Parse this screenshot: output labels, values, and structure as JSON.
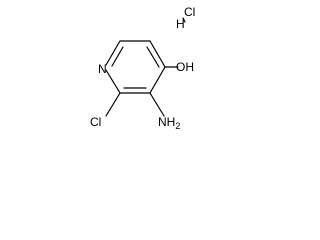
{
  "molecule": {
    "atoms": {
      "n_ring": "N",
      "oh": "OH",
      "cl_ring": "Cl",
      "nh2": "NH2",
      "hcl_h": "H",
      "hcl_cl": "Cl"
    },
    "bond_color": "#000000",
    "label_color": "#000000"
  }
}
